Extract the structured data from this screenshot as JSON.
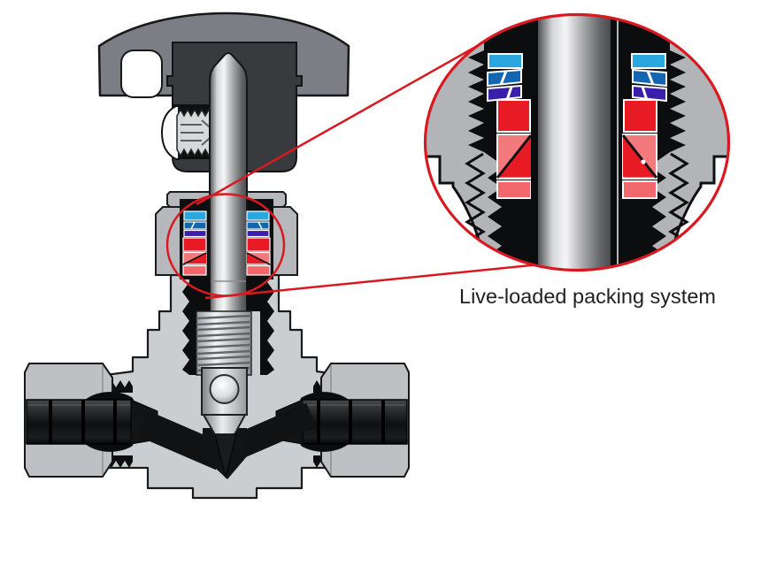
{
  "figure": {
    "caption": "Live-loaded packing system",
    "type": "technical-cutaway-illustration",
    "subject": "needle valve cross-section with magnified packing detail"
  },
  "colors": {
    "annotation_red": "#d91920",
    "spring_light_blue": "#2aa7df",
    "spring_blue": "#1565b0",
    "spring_indigo": "#3a1fa8",
    "packing_red": "#e81b24",
    "packing_coral": "#f4797c",
    "packing_salmon": "#f2696d",
    "handle_gray": "#7d7e85",
    "handle_core_gray": "#393a3e",
    "bonnet_gray": "#b6b8bb",
    "body_gray": "#cbced1",
    "nut_gray": "#bec0c3",
    "detail_body_gray": "#b2b4b7",
    "cavity_black": "#0c0d0e"
  },
  "packing_stack": [
    {
      "part": "disc-spring-upper",
      "color": "#2aa7df"
    },
    {
      "part": "disc-spring-middle",
      "color": "#1565b0"
    },
    {
      "part": "disc-spring-lower",
      "color": "#3a1fa8"
    },
    {
      "part": "packing-ring-upper",
      "color": "#e81b24"
    },
    {
      "part": "packing-chevron",
      "colors": [
        "#f4797c",
        "#e81b24"
      ]
    },
    {
      "part": "packing-ring-lower",
      "color": "#f2696d"
    }
  ]
}
